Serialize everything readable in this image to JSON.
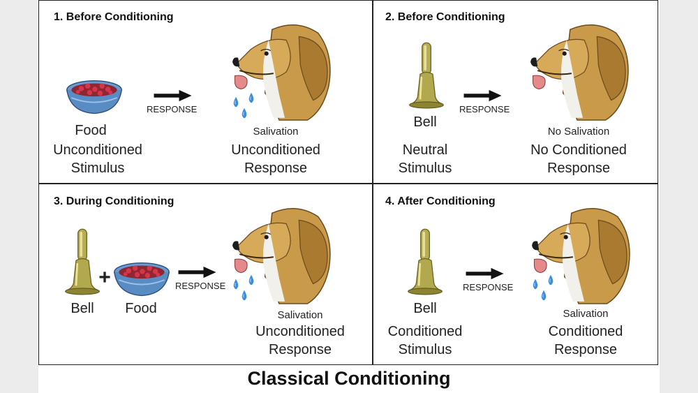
{
  "colors": {
    "background": "#ececec",
    "panel_border": "#222222",
    "bell": "#b2a84e",
    "bowl": "#6a9bd0",
    "food": "#c2283a",
    "dog_fur": "#c99a4a",
    "saliva": "#3a8de0",
    "tongue": "#e58a8a"
  },
  "panels": [
    {
      "title": "1. Before Conditioning",
      "stimulus_item": "Food",
      "stimulus_type": [
        "Unconditioned",
        "Stimulus"
      ],
      "arrow_label": "RESPONSE",
      "response_item": "Salivation",
      "response_type": [
        "Unconditioned",
        "Response"
      ],
      "icons": [
        "food-bowl-icon",
        "arrow-icon",
        "dog-head-icon",
        "saliva-drops-icon"
      ]
    },
    {
      "title": "2. Before Conditioning",
      "stimulus_item": "Bell",
      "stimulus_type": [
        "Neutral",
        "Stimulus"
      ],
      "arrow_label": "RESPONSE",
      "response_item": "No Salivation",
      "response_type": [
        "No Conditioned",
        "Response"
      ],
      "icons": [
        "bell-icon",
        "arrow-icon",
        "dog-head-icon"
      ]
    },
    {
      "title": "3. During Conditioning",
      "stimulus_items": [
        "Bell",
        "+",
        "Food"
      ],
      "arrow_label": "RESPONSE",
      "response_item": "Salivation",
      "response_type": [
        "Unconditioned",
        "Response"
      ],
      "icons": [
        "bell-icon",
        "plus-icon",
        "food-bowl-icon",
        "arrow-icon",
        "dog-head-icon",
        "saliva-drops-icon"
      ]
    },
    {
      "title": "4. After Conditioning",
      "stimulus_item": "Bell",
      "stimulus_type": [
        "Conditioned",
        "Stimulus"
      ],
      "arrow_label": "RESPONSE",
      "response_item": "Salivation",
      "response_type": [
        "Conditioned",
        "Response"
      ],
      "icons": [
        "bell-icon",
        "arrow-icon",
        "dog-head-icon",
        "saliva-drops-icon"
      ]
    }
  ],
  "footer_title": "Classical Conditioning"
}
